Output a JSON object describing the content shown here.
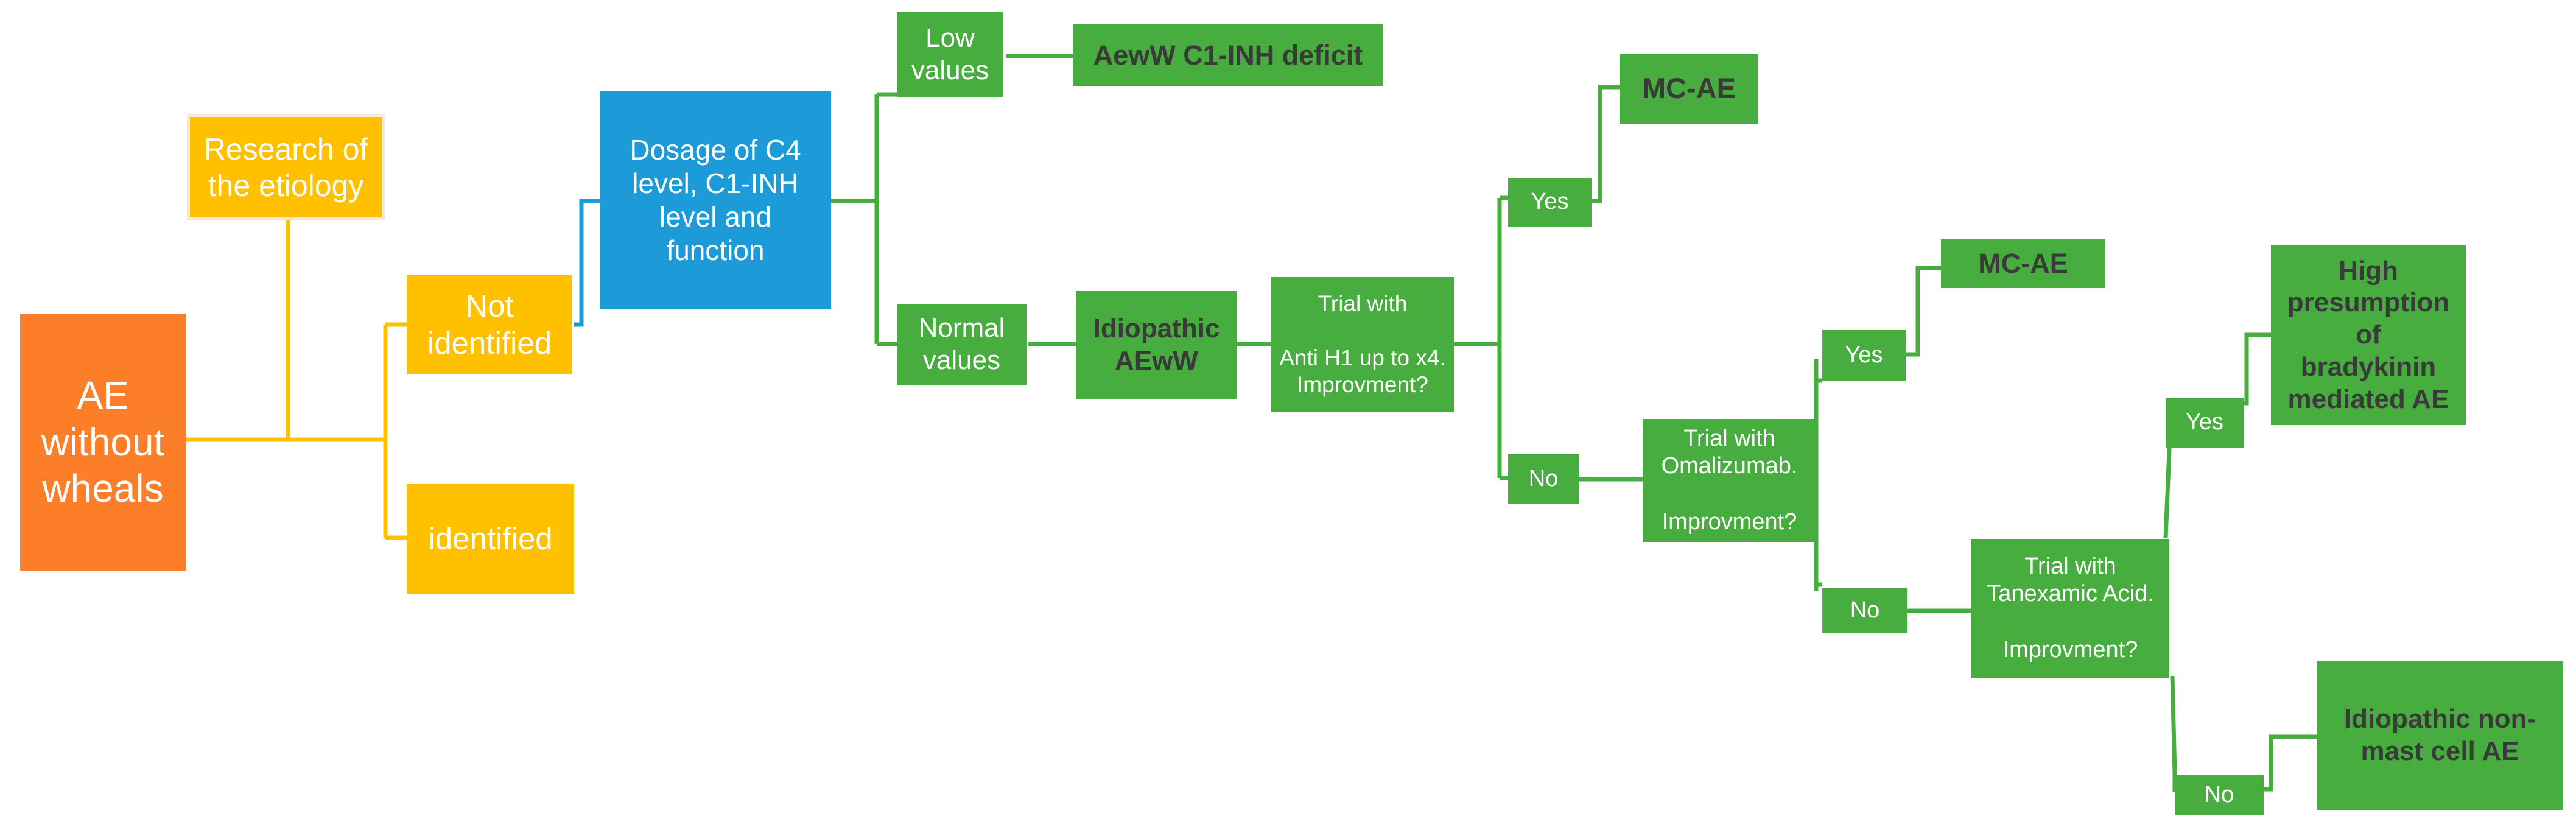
{
  "colors": {
    "start": "#fd7e28",
    "etiology": "#ffc000",
    "dosage": "#1c9bd8",
    "decision": "#46ad3e",
    "connector_yellow": "#ffc000",
    "connector_blue": "#1c9bd8",
    "connector_green": "#46ad3e"
  },
  "nodes": {
    "start": "AE\nwithout\nwheals",
    "research": "Research of\nthe etiology",
    "not_identified": "Not\nidentified",
    "identified": "identified",
    "dosage": "Dosage of C4\nlevel, C1-INH\nlevel and\nfunction",
    "low_values": "Low\nvalues",
    "aeww_deficit": "AewW C1-INH deficit",
    "normal_values": "Normal\nvalues",
    "idiopathic_aeww": "Idiopathic\nAEwW",
    "trial_h1": "Trial with\n\nAnti H1 up to x4.\nImprovment?",
    "yes_1": "Yes",
    "mc_ae_1": "MC-AE",
    "no_1": "No",
    "trial_omalizumab": "Trial with\nOmalizumab.\n\nImprovment?",
    "yes_2": "Yes",
    "mc_ae_2": "MC-AE",
    "no_2": "No",
    "trial_tanexamic": "Trial with\nTanexamic Acid.\n\nImprovment?",
    "yes_3": "Yes",
    "bradykinin": "High\npresumption of\nbradykinin\nmediated AE",
    "no_3": "No",
    "idiopathic_nonmast": "Idiopathic  non-\nmast cell AE"
  }
}
